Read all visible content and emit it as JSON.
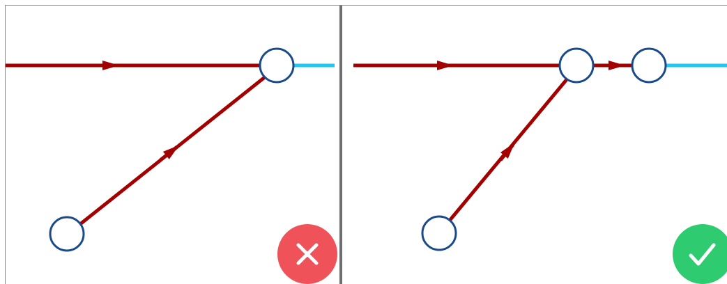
{
  "colors": {
    "flow_edge": "#a30000",
    "output_edge": "#1ec8f0",
    "node_stroke": "#1a4a8a",
    "node_fill": "#ffffff",
    "divider": "#6e6e6e",
    "incorrect_badge": "#f0525a",
    "correct_badge": "#2ecb70"
  },
  "panels": [
    {
      "name": "incorrect-example",
      "verdict": "incorrect",
      "badge_icon": "cross-icon",
      "nodes": [
        "merge-node",
        "source-node"
      ],
      "edges": [
        "main-edge",
        "branch-edge",
        "output-edge"
      ]
    },
    {
      "name": "correct-example",
      "verdict": "correct",
      "badge_icon": "check-icon",
      "nodes": [
        "merge-node",
        "next-node",
        "source-node"
      ],
      "edges": [
        "main-edge",
        "branch-edge",
        "connector-edge",
        "output-edge"
      ]
    }
  ]
}
